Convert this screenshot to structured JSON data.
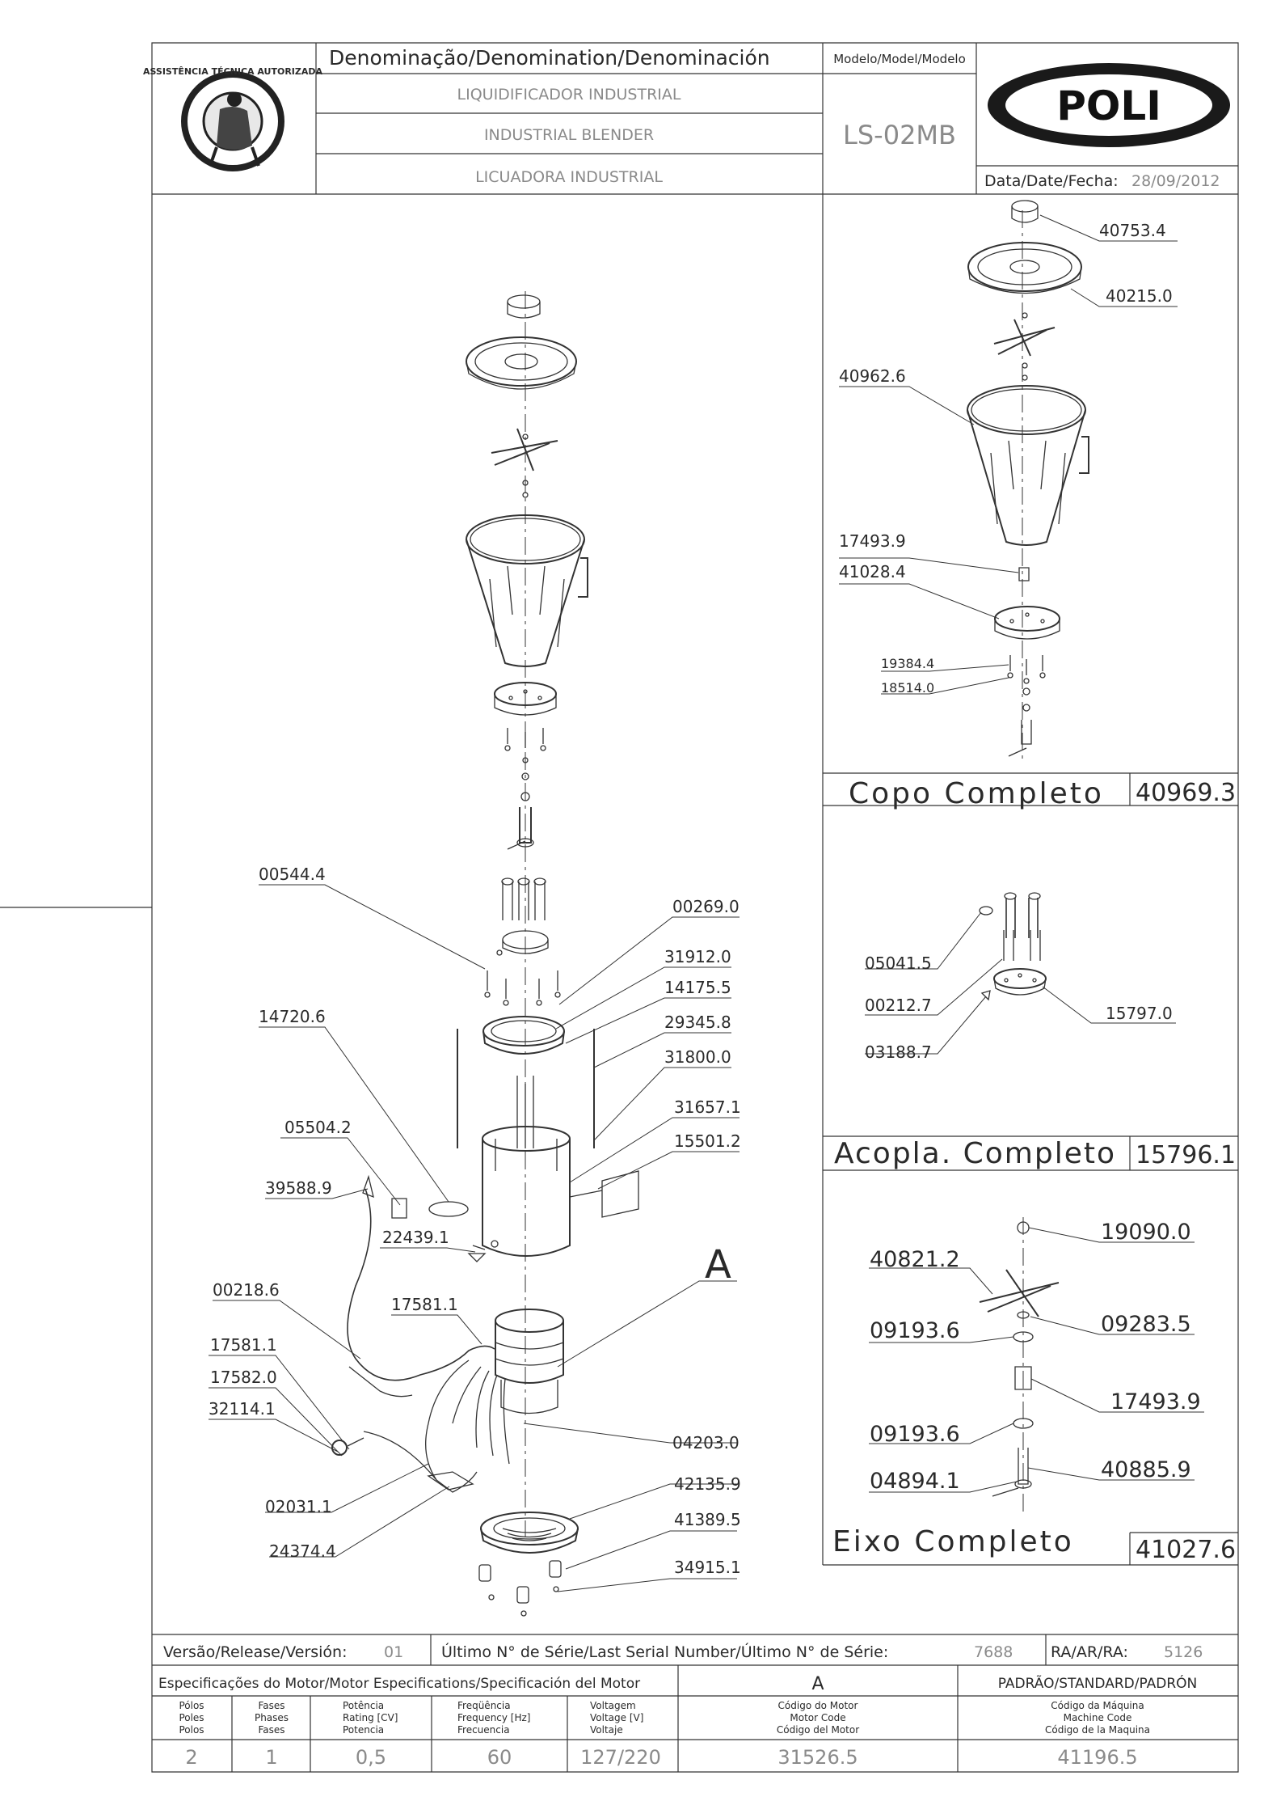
{
  "header": {
    "denomination_title": "Denominação/Denomination/Denominación",
    "names": [
      "LIQUIDIFICADOR INDUSTRIAL",
      "INDUSTRIAL BLENDER",
      "LICUADORA INDUSTRIAL"
    ],
    "model_label": "Modelo/Model/Modelo",
    "model_value": "LS-02MB",
    "brand": "POLI",
    "date_label": "Data/Date/Fecha:",
    "date_value": "28/09/2012",
    "seal_text": "ASSISTÊNCIA TÉCNICA AUTORIZADA"
  },
  "main_labels": {
    "p00544": "00544.4",
    "p00269": "00269.0",
    "p31912": "31912.0",
    "p14175": "14175.5",
    "p14720": "14720.6",
    "p29345": "29345.8",
    "p31800": "31800.0",
    "p31657": "31657.1",
    "p15501": "15501.2",
    "p05504": "05504.2",
    "p39588": "39588.9",
    "p22439": "22439.1",
    "p00218": "00218.6",
    "p17581a": "17581.1",
    "p17581b": "17581.1",
    "p17582": "17582.0",
    "p32114": "32114.1",
    "p04203": "04203.0",
    "p42135": "42135.9",
    "p41389": "41389.5",
    "p02031": "02031.1",
    "p34915": "34915.1",
    "p24374": "24374.4",
    "marker_a": "A"
  },
  "copo": {
    "p40753": "40753.4",
    "p40215": "40215.0",
    "p40962": "40962.6",
    "p17493": "17493.9",
    "p41028": "41028.4",
    "p19384": "19384.4",
    "p18514": "18514.0",
    "title": "Copo Completo",
    "code": "40969.3"
  },
  "acopla": {
    "p05041": "05041.5",
    "p00212": "00212.7",
    "p15797": "15797.0",
    "p03188": "03188.7",
    "title": "Acopla. Completo",
    "code": "15796.1"
  },
  "eixo": {
    "p19090": "19090.0",
    "p40821": "40821.2",
    "p09283": "09283.5",
    "p09193a": "09193.6",
    "p17493": "17493.9",
    "p09193b": "09193.6",
    "p40885": "40885.9",
    "p04894": "04894.1",
    "title": "Eixo Completo",
    "code": "41027.6"
  },
  "footer": {
    "version_label": "Versão/Release/Versión:",
    "version_value": "01",
    "serial_label": "Último N° de Série/Last Serial Number/Último N° de Série:",
    "serial_value": "7688",
    "ra_label": "RA/AR/RA:",
    "ra_value": "5126",
    "motor_spec_label": "Especificações do Motor/Motor Especifications/Specificación del Motor",
    "motor_spec_value": "A",
    "standard_label": "PADRÃO/STANDARD/PADRÓN",
    "col_polos": [
      "Pólos",
      "Poles",
      "Polos"
    ],
    "col_fases": [
      "Fases",
      "Phases",
      "Fases"
    ],
    "col_potencia": [
      "Potência",
      "Rating [CV]",
      "Potencia"
    ],
    "col_freq": [
      "Freqüência",
      "Frequency [Hz]",
      "Frecuencia"
    ],
    "col_voltagem": [
      "Voltagem",
      "Voltage [V]",
      "Voltaje"
    ],
    "col_motor_code": [
      "Código do Motor",
      "Motor Code",
      "Código del Motor"
    ],
    "col_machine_code": [
      "Código da Máquina",
      "Machine Code",
      "Código de la Maquina"
    ],
    "values": {
      "polos": "2",
      "fases": "1",
      "potencia": "0,5",
      "freq": "60",
      "voltagem": "127/220",
      "motor_code": "31526.5",
      "machine_code": "41196.5"
    }
  }
}
